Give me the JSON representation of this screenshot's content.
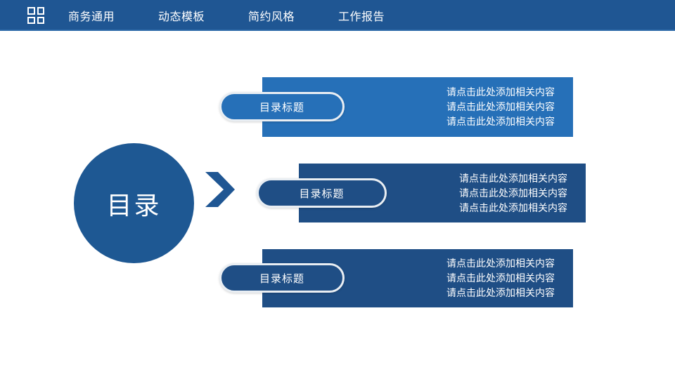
{
  "header": {
    "background_color": "#1F5693",
    "logo_icon": "grid-2x2-icon",
    "nav_items": [
      {
        "label": "商务通用"
      },
      {
        "label": "动态模板"
      },
      {
        "label": "简约风格"
      },
      {
        "label": "工作报告"
      }
    ]
  },
  "main": {
    "hub": {
      "label": "目录",
      "color": "#1E5893"
    },
    "arrow_icon": "chevron-right-icon",
    "arrow_color": "#1F5693",
    "rows": [
      {
        "pill_label": "目录标题",
        "panel_color": "#2670B8",
        "pill_color": "#2670B8",
        "lines": [
          "请点击此处添加相关内容",
          "请点击此处添加相关内容",
          "请点击此处添加相关内容"
        ]
      },
      {
        "pill_label": "目录标题",
        "panel_color": "#1F4E85",
        "pill_color": "#1F4E85",
        "lines": [
          "请点击此处添加相关内容",
          "请点击此处添加相关内容",
          "请点击此处添加相关内容"
        ]
      },
      {
        "pill_label": "目录标题",
        "panel_color": "#1F4E85",
        "pill_color": "#1F4E85",
        "lines": [
          "请点击此处添加相关内容",
          "请点击此处添加相关内容",
          "请点击此处添加相关内容"
        ]
      }
    ]
  }
}
